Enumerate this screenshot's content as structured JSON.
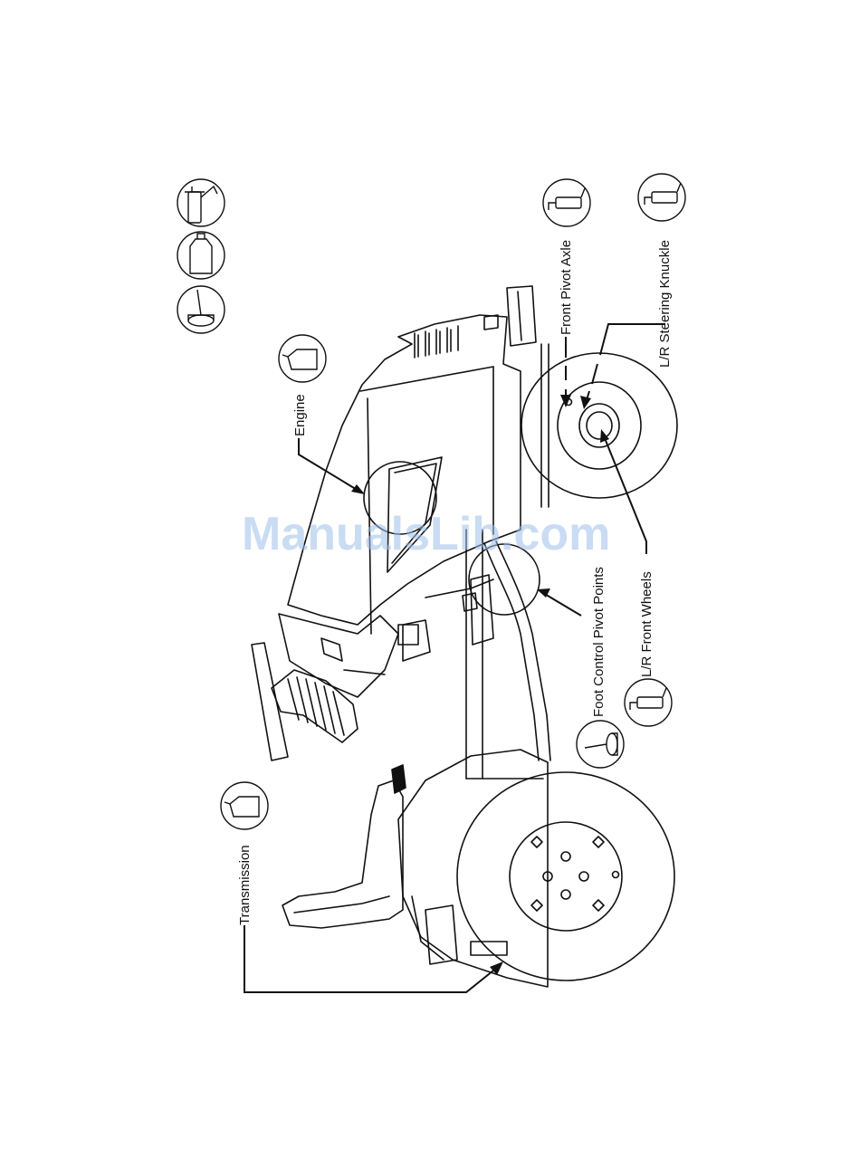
{
  "diagram": {
    "labels": {
      "transmission": "Transmission",
      "engine": "Engine",
      "front_pivot_axle": "Front Pivot Axle",
      "steering_knuckle": "L/R Steering Knuckle",
      "front_wheels": "L/R Front Wheels",
      "foot_control": "Foot Control Pivot Points"
    },
    "legend_icons": [
      "grease-gun-icon",
      "oil-bottle-icon",
      "oil-can-icon"
    ],
    "watermark": "ManualsLib.com"
  },
  "colors": {
    "ink": "#111111",
    "watermark": "#9cc0ea",
    "background": "#ffffff"
  }
}
